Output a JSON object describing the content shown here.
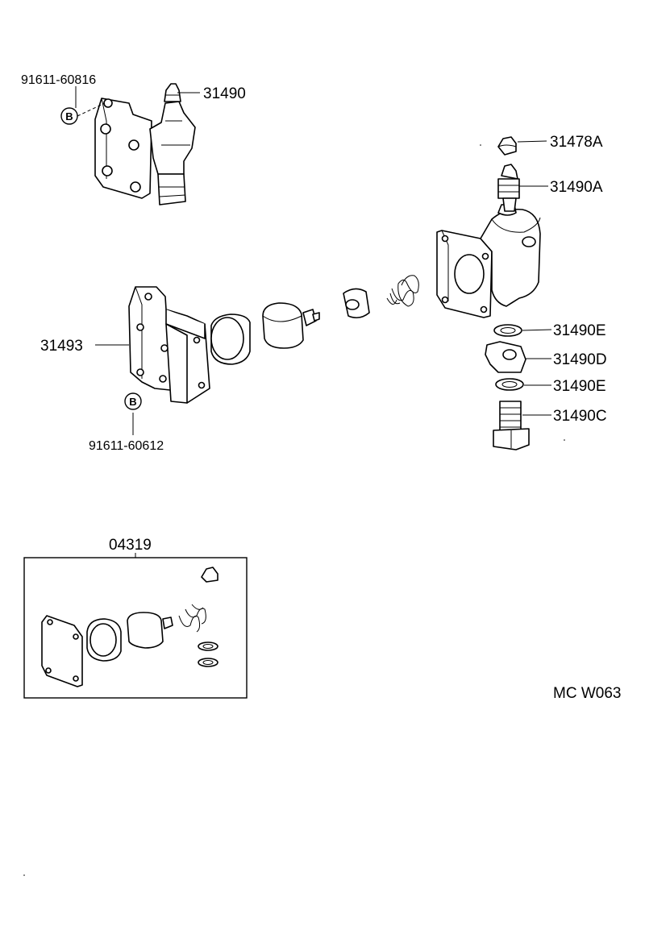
{
  "labels": {
    "bolt_top": "91611-60816",
    "pump_assy": "31490",
    "cap": "31478A",
    "valve": "31490A",
    "gasket_upper": "31490E",
    "union": "31490D",
    "gasket_lower": "31490E",
    "union_bolt": "31490C",
    "cover": "31493",
    "bolt_bottom": "91611-60612",
    "kit": "04319",
    "diagram_code": "MC W063"
  },
  "callouts": {
    "b_top": "B",
    "b_bottom": "B"
  }
}
